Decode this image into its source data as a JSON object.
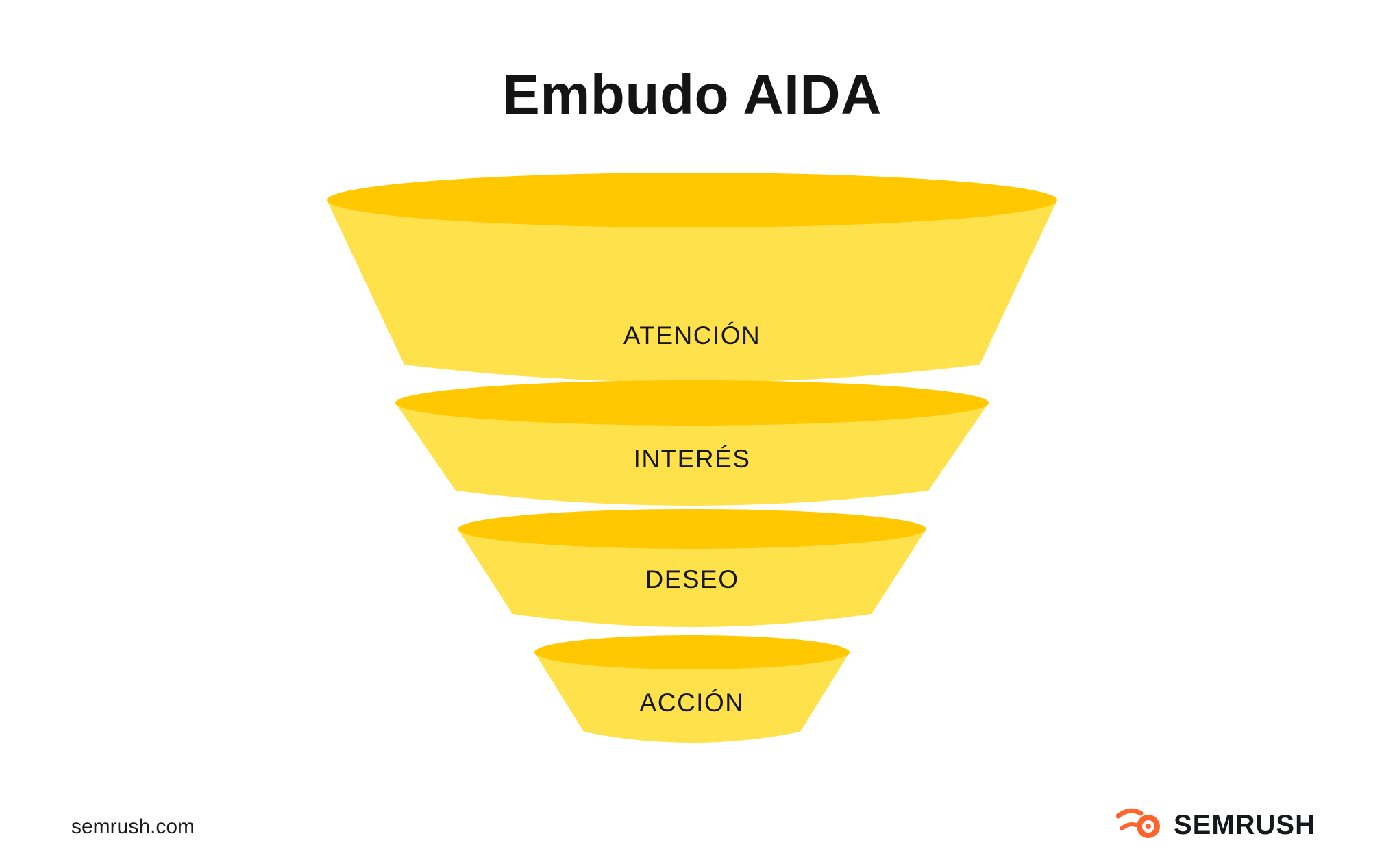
{
  "title": "Embudo AIDA",
  "funnel": {
    "stages": [
      {
        "label": "ATENCIÓN"
      },
      {
        "label": "INTERÉS"
      },
      {
        "label": "DESEO"
      },
      {
        "label": "ACCIÓN"
      }
    ]
  },
  "colors": {
    "stage_body": "#FFE24B",
    "stage_top": "#FFC800",
    "label_text": "#171717",
    "logo_orange": "#FF642D"
  },
  "footer": {
    "site": "semrush.com",
    "brand": "SEMRUSH"
  }
}
